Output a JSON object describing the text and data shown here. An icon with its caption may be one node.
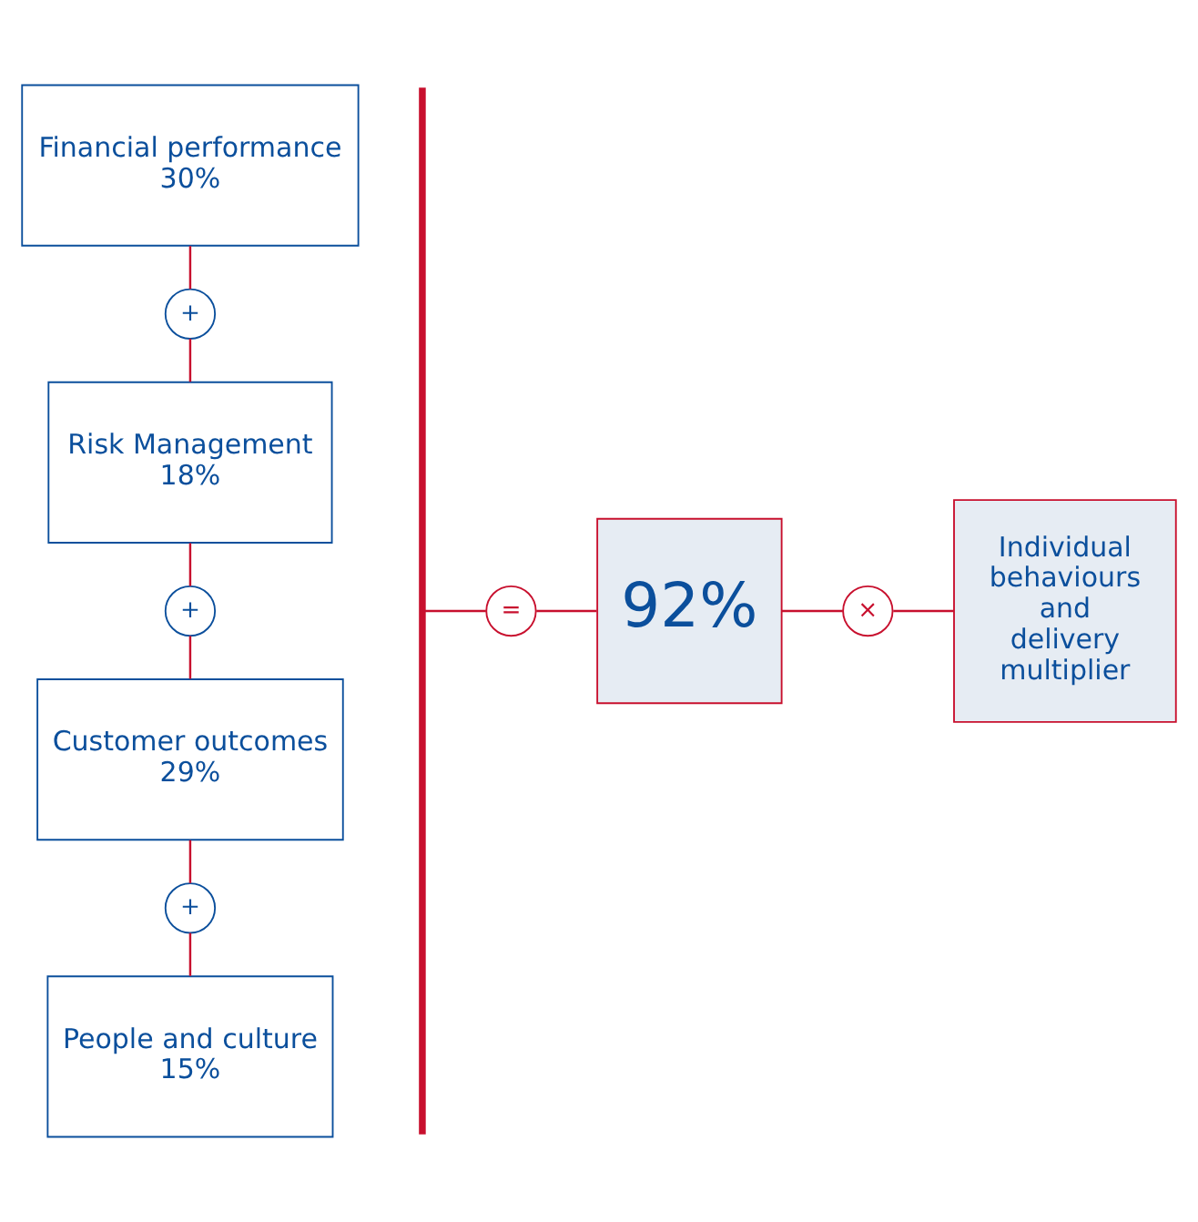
{
  "diagram": {
    "nodes": [
      {
        "text": [
          "Financial performance",
          "30%"
        ]
      },
      {
        "text": [
          "+"
        ]
      },
      {
        "text": [
          "Risk Management",
          "18%"
        ]
      },
      {
        "text": [
          "+"
        ]
      },
      {
        "text": [
          "Customer outcomes",
          "29%"
        ]
      },
      {
        "text": [
          "+"
        ]
      },
      {
        "text": [
          "People and culture",
          "15%"
        ]
      },
      {
        "text": [],
        "shape": "bar"
      },
      {
        "text": [
          "="
        ]
      },
      {
        "text": [
          "92%"
        ]
      },
      {
        "text": [
          "×"
        ]
      },
      {
        "text": [
          "Individual behaviours and delivery multiplier"
        ]
      }
    ],
    "edges": [
      {
        "from": 0,
        "to": 1,
        "arrow": "none"
      },
      {
        "from": 1,
        "to": 2,
        "arrow": "none"
      },
      {
        "from": 2,
        "to": 3,
        "arrow": "none"
      },
      {
        "from": 3,
        "to": 4,
        "arrow": "none"
      },
      {
        "from": 4,
        "to": 5,
        "arrow": "none"
      },
      {
        "from": 5,
        "to": 6,
        "arrow": "none"
      },
      {
        "from": 7,
        "to": 8,
        "arrow": "none"
      },
      {
        "from": 8,
        "to": 9,
        "arrow": "none"
      },
      {
        "from": 9,
        "to": 10,
        "arrow": "none"
      },
      {
        "from": 10,
        "to": 11,
        "arrow": "none"
      }
    ]
  }
}
